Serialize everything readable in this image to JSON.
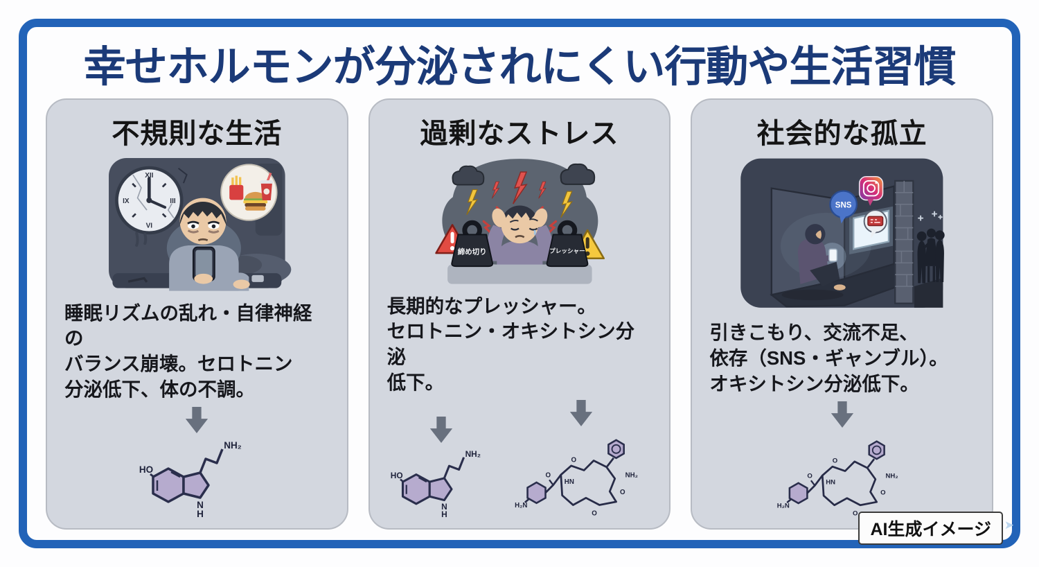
{
  "header": {
    "title": "幸せホルモンが分泌されにくい行動や生活習慣"
  },
  "panels": [
    {
      "id": "irregular-life",
      "title": "不規則な生活",
      "description": "睡眠リズムの乱れ・自律神経の\nバランス崩壊。セロトニン\n分泌低下、体の不調。",
      "molecules": [
        "serotonin"
      ]
    },
    {
      "id": "excessive-stress",
      "title": "過剰なストレス",
      "description": "長期的なプレッシャー。\nセロトニン・オキシトシン分泌\n低下。",
      "weight_labels": [
        "締め切り",
        "プレッシャー"
      ],
      "molecules": [
        "serotonin",
        "oxytocin"
      ]
    },
    {
      "id": "social-isolation",
      "title": "社会的な孤立",
      "description": "引きこもり、交流不足、\n依存（SNS・ギャンブル）。\nオキシトシン分泌低下。",
      "bubble_label": "SNS",
      "molecules": [
        "oxytocin"
      ]
    }
  ],
  "illustrations": {
    "clock_numerals": [
      "XII",
      "III",
      "VI",
      "IX"
    ]
  },
  "molecule_labels": {
    "ho": "HO",
    "nh2": "NH₂",
    "n": "N",
    "h": "H",
    "o": "O",
    "hn": "HN",
    "h2n": "H₂N"
  },
  "footer": {
    "ai_label": "AI生成イメージ"
  },
  "colors": {
    "frame_blue": "#2263b8",
    "title_navy": "#1b3a78",
    "panel_bg": "#d3d7df"
  }
}
